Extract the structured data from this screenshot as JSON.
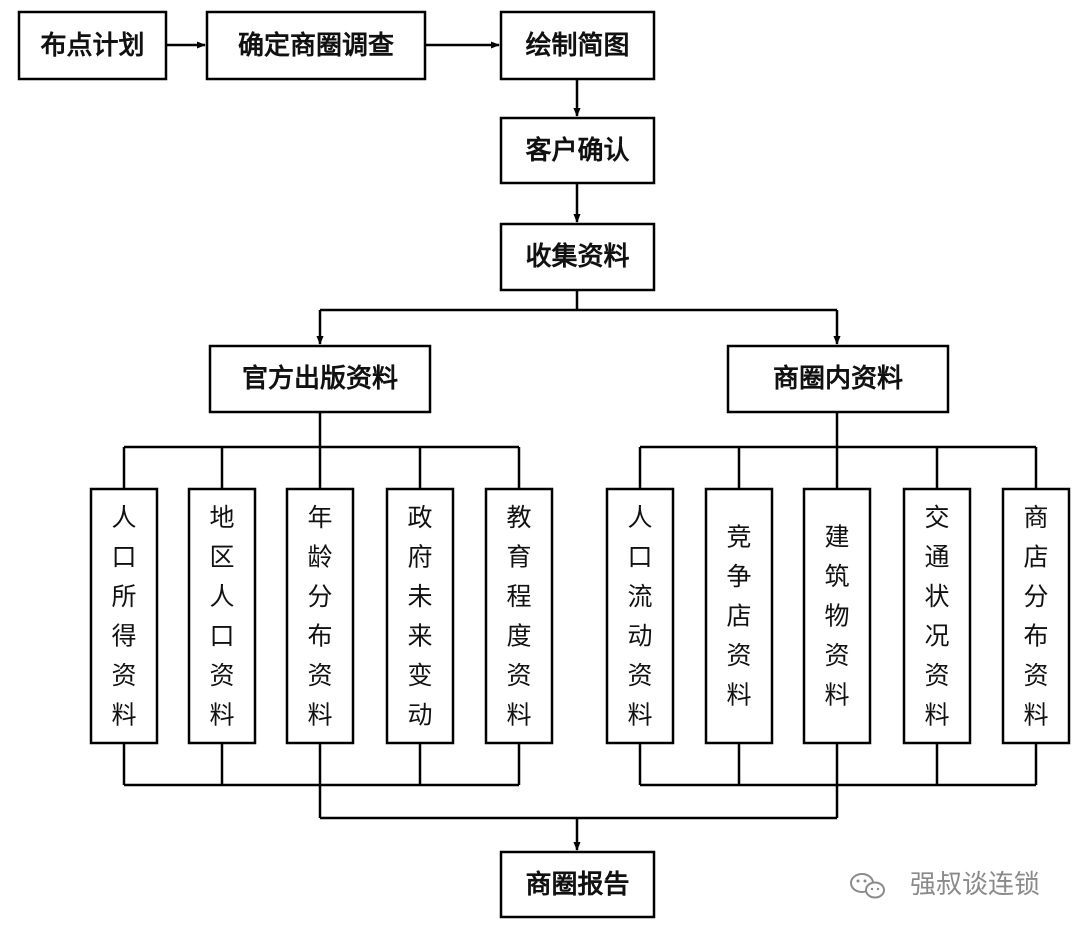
{
  "nodes": {
    "layout_plan": "布点计划",
    "confirm_survey": "确定商圈调查",
    "draw_sketch": "绘制简图",
    "client_confirm": "客户确认",
    "collect_data": "收集资料",
    "official_data": "官方出版资料",
    "trade_area_data": "商圈内资料",
    "report": "商圈报告"
  },
  "official_items": [
    "人口所得资料",
    "地区人口资料",
    "年龄分布资料",
    "政府未来变动",
    "教育程度资料"
  ],
  "trade_items": [
    "人口流动资料",
    "竞争店资料",
    "建筑物资料",
    "交通状况资料",
    "商店分布资料"
  ],
  "watermark": "强叔谈连锁",
  "colors": {
    "stroke": "#000000",
    "text": "#111111",
    "watermark": "#8a8a8a"
  }
}
